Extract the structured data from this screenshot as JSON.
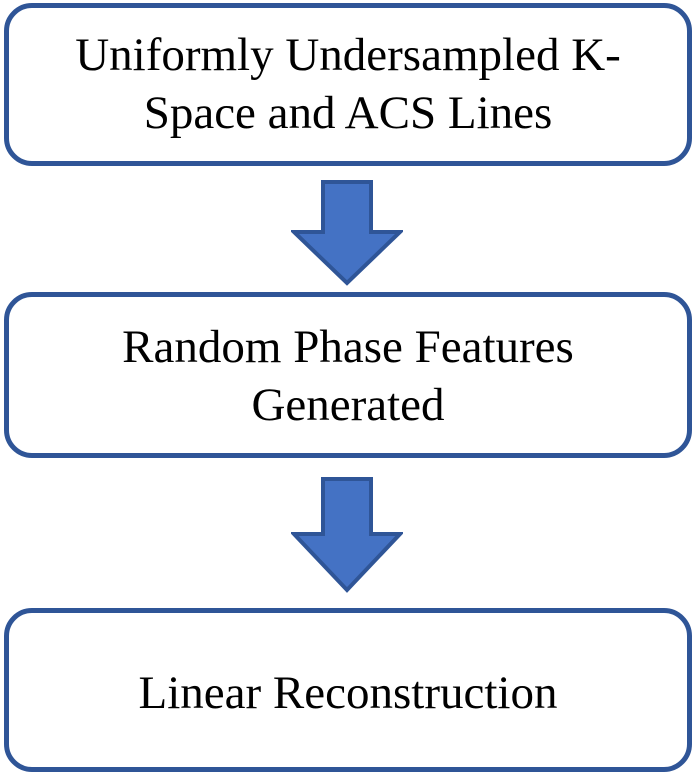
{
  "diagram": {
    "title": "Linear reconstruction pipeline flowchart",
    "type": "flowchart",
    "orientation": "vertical-top-to-bottom",
    "colors": {
      "box_border": "#2F5597",
      "box_fill": "#FFFFFF",
      "arrow_fill": "#4472C4",
      "arrow_stroke": "#2F5597",
      "text": "#000000",
      "background": "#FFFFFF"
    },
    "nodes": [
      {
        "id": "node-1",
        "label": "Uniformly Undersampled K-\nSpace and ACS Lines",
        "lines": [
          "Uniformly Undersampled K-",
          "Space and ACS Lines"
        ]
      },
      {
        "id": "node-2",
        "label": "Random Phase Features\nGenerated",
        "lines": [
          "Random Phase Features",
          "Generated"
        ]
      },
      {
        "id": "node-3",
        "label": "Linear Reconstruction",
        "lines": [
          "Linear Reconstruction"
        ]
      }
    ],
    "connectors": [
      {
        "id": "arrow-1",
        "icon": "arrow-down-icon",
        "from": "node-1",
        "to": "node-2"
      },
      {
        "id": "arrow-2",
        "icon": "arrow-down-icon",
        "from": "node-2",
        "to": "node-3"
      }
    ]
  }
}
